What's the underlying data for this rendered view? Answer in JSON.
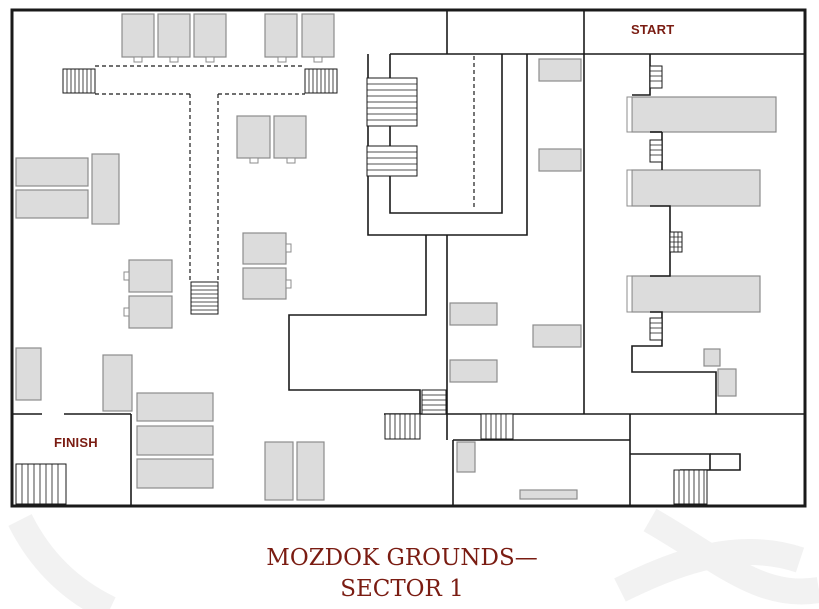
{
  "map": {
    "start_label": "START",
    "finish_label": "FINISH",
    "title_line1": "MOZDOK GROUNDS—",
    "title_line2": "SECTOR 1"
  },
  "colors": {
    "wall": "#1a1a1a",
    "crate_fill": "#dcdcdc",
    "crate_edge": "#8c8c8c",
    "label_text": "#7a1c12",
    "background": "#ffffff",
    "backdrop_swirl": "#efefef"
  }
}
